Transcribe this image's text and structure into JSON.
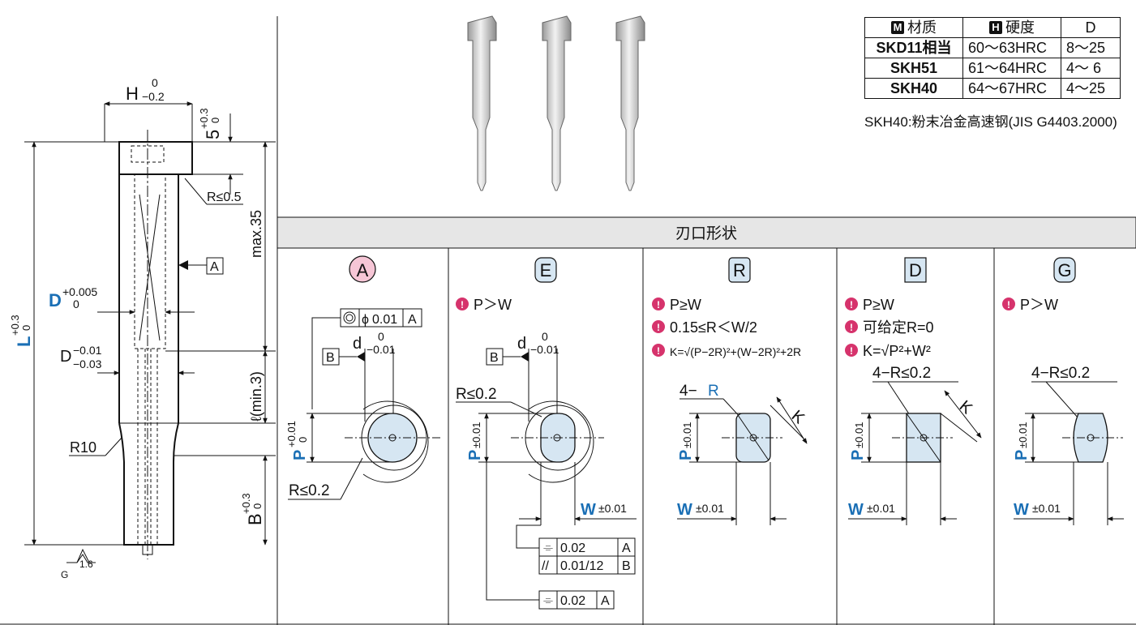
{
  "material_table": {
    "headers": [
      {
        "marker": "M",
        "label": "材质"
      },
      {
        "marker": "H",
        "label": "硬度"
      },
      {
        "marker": "",
        "label": "D"
      }
    ],
    "rows": [
      {
        "grade": "SKD11相当",
        "hardness": "60〜63HRC",
        "d": "8〜25"
      },
      {
        "grade": "SKH51",
        "hardness": "61〜64HRC",
        "d": "4〜 6"
      },
      {
        "grade": "SKH40",
        "hardness": "64〜67HRC",
        "d": "4〜25"
      }
    ],
    "note": "SKH40:粉末冶金高速钢(JIS G4403.2000)"
  },
  "section_header": "刃口形状",
  "main_drawing": {
    "h_dim": "H",
    "h_tol_upper": "0",
    "h_tol_lower": "−0.2",
    "five": "5",
    "five_tol_upper": "+0.3",
    "five_tol_lower": "0",
    "r_head": "R≤0.5",
    "max35": "max.35",
    "datum_a": "A",
    "d_label": "D",
    "d_tol_upper": "+0.005",
    "d_tol_lower": "0",
    "d2_label": "D",
    "d2_tol_upper": "−0.01",
    "d2_tol_lower": "−0.03",
    "l_label": "L",
    "l_tol_upper": "+0.3",
    "l_tol_lower": "0",
    "ell_min": "ℓ(min.3)",
    "r10": "R10",
    "b_label": "B",
    "b_tol_upper": "+0.3",
    "b_tol_lower": "0",
    "roughness": "1.6",
    "roughness_g": "G"
  },
  "shapes": [
    {
      "code": "A",
      "conditions": [],
      "coax_value": "0.01",
      "coax_datum": "A",
      "coax_phi": "ϕ",
      "datum_b": "B",
      "d_label": "d",
      "d_tol_upper": "0",
      "d_tol_lower": "−0.01",
      "p_label": "P",
      "p_tol_upper": "+0.01",
      "p_tol_lower": "0",
      "r_label": "R≤0.2"
    },
    {
      "code": "E",
      "conditions": [
        "P＞W"
      ],
      "datum_b": "B",
      "d_label": "d",
      "d_tol_upper": "0",
      "d_tol_lower": "−0.01",
      "r_label": "R≤0.2",
      "p_label": "P",
      "p_tol": "±0.01",
      "w_label": "W",
      "w_tol": "±0.01",
      "tol_frames": [
        {
          "value": "0.02",
          "datum": "A"
        },
        {
          "value": "0.01/12",
          "datum": "B"
        },
        {
          "value": "0.02",
          "datum": "A"
        }
      ]
    },
    {
      "code": "R",
      "conditions": [
        "P≥W",
        "0.15≤R＜W/2",
        "K=√(P−2R)²+(W−2R)²+2R"
      ],
      "corner": "4−",
      "corner_r": "R",
      "k_label": "K",
      "p_label": "P",
      "p_tol": "±0.01",
      "w_label": "W",
      "w_tol": "±0.01"
    },
    {
      "code": "D",
      "conditions": [
        "P≥W",
        "可给定R=0",
        "K=√P²+W²"
      ],
      "corner": "4−R≤0.2",
      "k_label": "K",
      "p_label": "P",
      "p_tol": "±0.01",
      "w_label": "W",
      "w_tol": "±0.01"
    },
    {
      "code": "G",
      "conditions": [
        "P＞W"
      ],
      "corner": "4−R≤0.2",
      "p_label": "P",
      "p_tol": "±0.01",
      "w_label": "W",
      "w_tol": "±0.01"
    }
  ],
  "colors": {
    "accent_blue": "#1a6fb5",
    "warning_pink": "#d6336c",
    "badge_A": "#f6c6d6",
    "badge_blue": "#d6e6f2",
    "header_gray": "#e6e6e6"
  }
}
